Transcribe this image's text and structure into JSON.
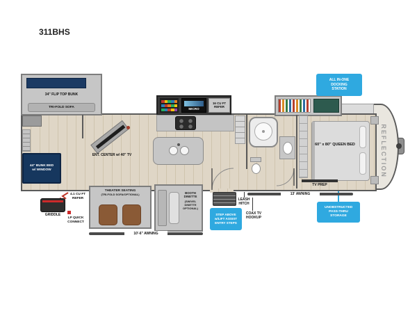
{
  "title": "311BHS",
  "colors": {
    "callout_blue": "#2fa9e0",
    "window_navy": "#1b3a63",
    "floor_wood": "#dfd6c6",
    "accent_red": "#c0392b",
    "seat_brown": "#8a5a36"
  },
  "labels": {
    "flip_top_bunk": "34\" FLIP TOP BUNK",
    "tri_fold_sofa": "TRI-FOLD SOFA",
    "bunk_bed": "44\" BUNK BED w/ WINDOW",
    "micro": "MICRO",
    "refer_16": "16 CU FT REFER",
    "ent_center": "ENT. CENTER w/ 40\" TV",
    "queen_bed": "60\" x 80\" QUEEN BED",
    "brand": "REFLECTION",
    "tv_prep": "TV PREP",
    "theater_1": "THEATER SEATING",
    "theater_2": "(TRI-FOLD SOFA/OPTIONAL)",
    "dinette_1": "BOOTH DINETTE",
    "dinette_2": "(SWIVEL DINETTE OPTIONAL)",
    "leash_hitch": "LEASH HITCH",
    "coax": "COAX TV HOOKUP",
    "refer_41": "4.1 CU FT REFER",
    "griddle": "GRIDDLE",
    "lp_connect": "LP QUICK CONNECT",
    "awning_13": "13' AWNING",
    "awning_10": "10'-6\" AWNING"
  },
  "callouts": {
    "docking": "ALL IN-ONE DOCKING STATION",
    "step_above": "STEP ABOVE w/LIFT ASSIST ENTRY STEPS",
    "pass_thru": "UNOBSTRUCTED PASS-THRU STORAGE"
  }
}
